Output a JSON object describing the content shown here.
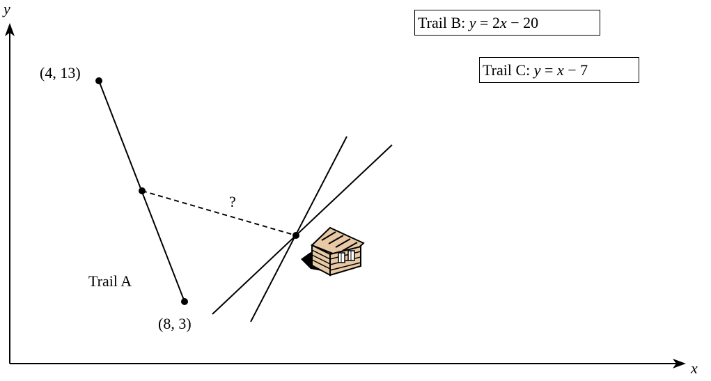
{
  "axes": {
    "x_label": "x",
    "y_label": "y"
  },
  "trail_a": {
    "name": "Trail A",
    "top_point_label": "(4, 13)",
    "bottom_point_label": "(8, 3)"
  },
  "distance_label": "?",
  "trail_b": {
    "prefix": "Trail B: ",
    "var": "y",
    "eq": " = 2",
    "var2": "x",
    "tail": " − 20"
  },
  "trail_c": {
    "prefix": "Trail C: ",
    "var": "y",
    "eq": " = ",
    "var2": "x",
    "tail": " − 7"
  },
  "icons": [
    "cabin-icon"
  ]
}
